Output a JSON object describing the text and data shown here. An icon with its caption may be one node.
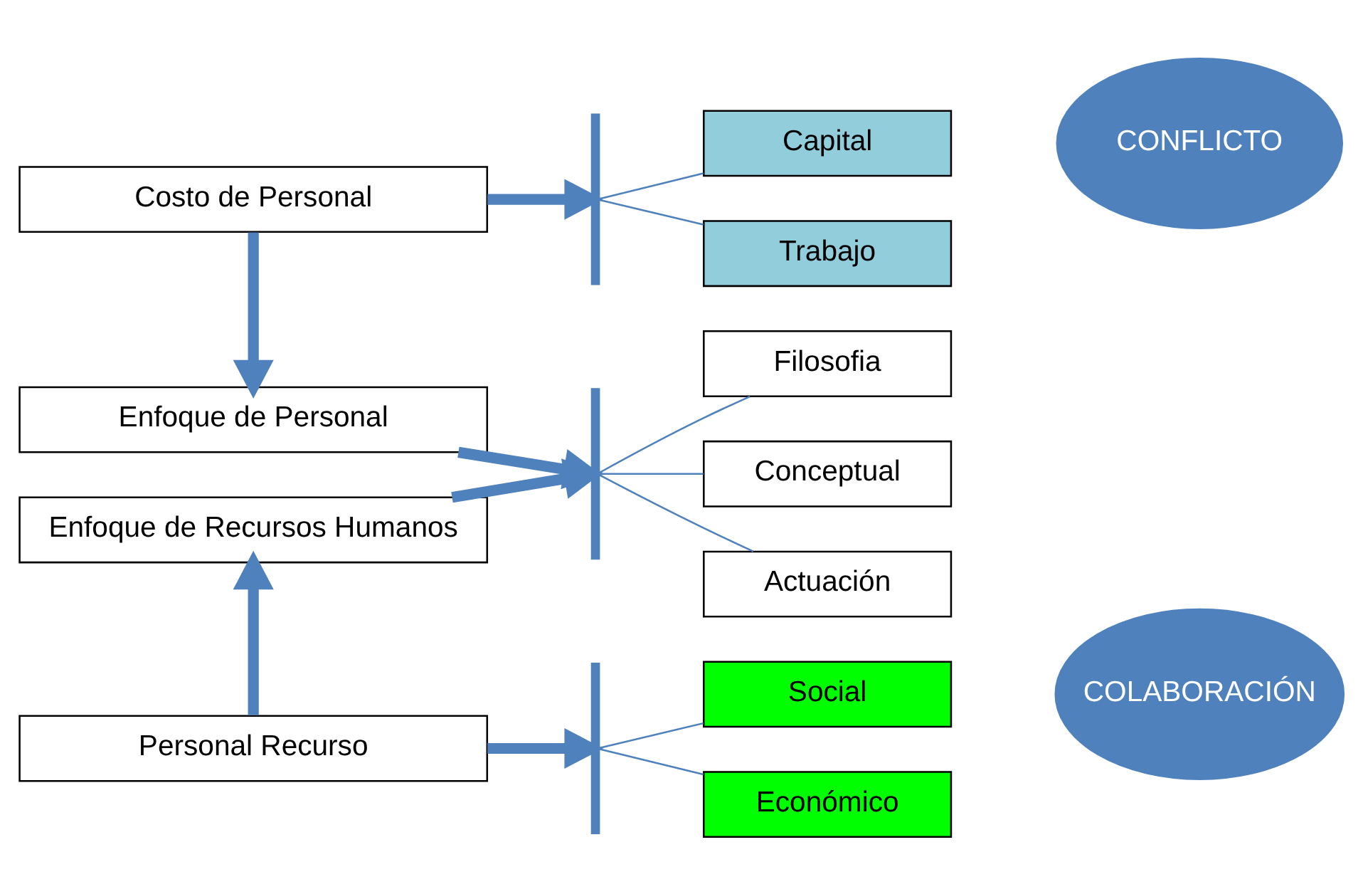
{
  "diagram": {
    "nodes": [
      {
        "text": [
          "Costo de Personal"
        ]
      },
      {
        "text": [],
        "shape": "bracket"
      },
      {
        "text": [
          "Capital"
        ]
      },
      {
        "text": [
          "Trabajo"
        ]
      },
      {
        "text": [
          "CONFLICTO"
        ]
      },
      {
        "text": [
          "Enfoque de Personal"
        ]
      },
      {
        "text": [
          "Enfoque de Recursos Humanos"
        ]
      },
      {
        "text": [],
        "shape": "bracket"
      },
      {
        "text": [
          "Filosofia"
        ]
      },
      {
        "text": [
          "Conceptual"
        ]
      },
      {
        "text": [
          "Actuación"
        ]
      },
      {
        "text": [
          "Personal Recurso"
        ]
      },
      {
        "text": [],
        "shape": "bracket"
      },
      {
        "text": [
          "Social"
        ]
      },
      {
        "text": [
          "Económico"
        ]
      },
      {
        "text": [
          "COLABORACIÓN"
        ]
      }
    ],
    "edges": [
      {
        "from": 0,
        "to": 1,
        "arrow": "to",
        "style": "thick"
      },
      {
        "from": 1,
        "to": 2,
        "arrow": "none"
      },
      {
        "from": 1,
        "to": 3,
        "arrow": "none"
      },
      {
        "from": 0,
        "to": 5,
        "arrow": "to",
        "style": "thick"
      },
      {
        "from": 5,
        "to": 7,
        "arrow": "to",
        "style": "thick"
      },
      {
        "from": 6,
        "to": 7,
        "arrow": "to",
        "style": "thick"
      },
      {
        "from": 7,
        "to": 8,
        "arrow": "none"
      },
      {
        "from": 7,
        "to": 9,
        "arrow": "none"
      },
      {
        "from": 7,
        "to": 10,
        "arrow": "none"
      },
      {
        "from": 11,
        "to": 6,
        "arrow": "to",
        "style": "thick"
      },
      {
        "from": 11,
        "to": 12,
        "arrow": "to",
        "style": "thick"
      },
      {
        "from": 12,
        "to": 13,
        "arrow": "none"
      },
      {
        "from": 12,
        "to": 14,
        "arrow": "none"
      }
    ]
  }
}
